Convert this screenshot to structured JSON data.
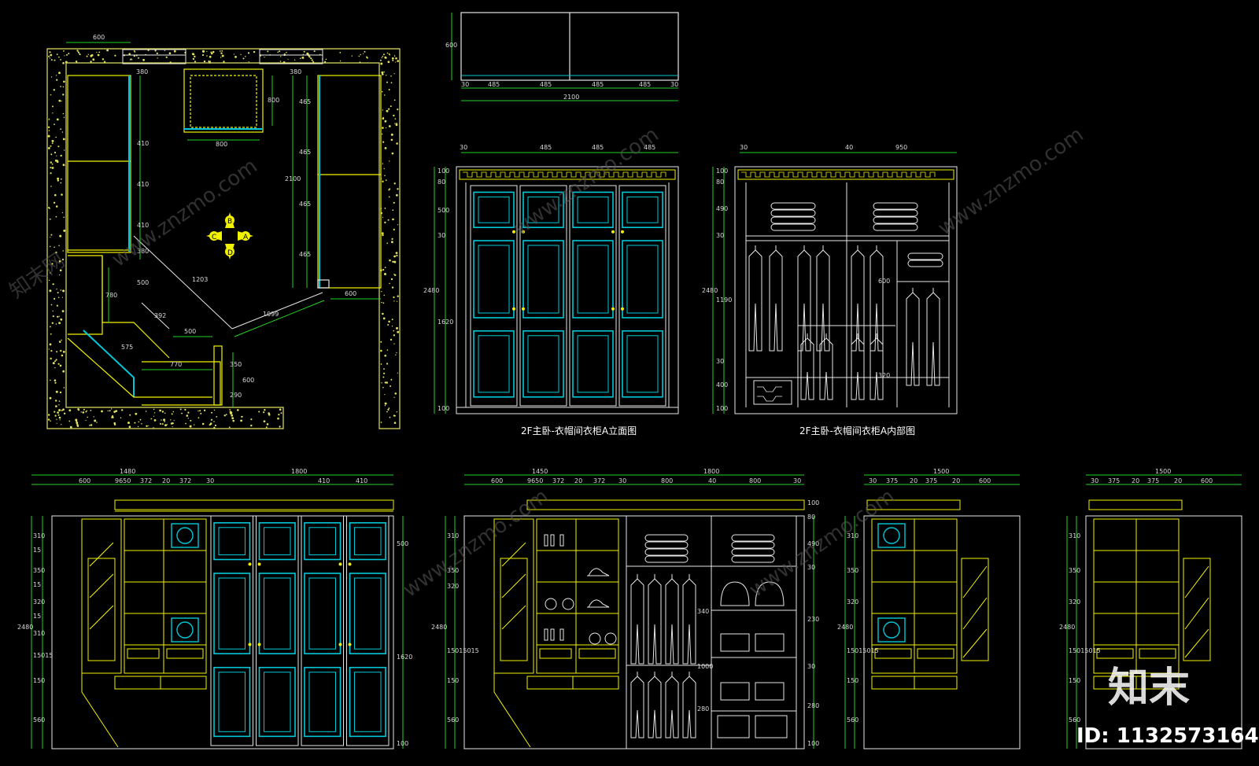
{
  "colors": {
    "background": "#000000",
    "yellow": "#f2f200",
    "cyan": "#00c8d8",
    "green": "#22d322",
    "white": "#e6e6e6",
    "grey": "#cfcfcf",
    "wall": "#e0e060"
  },
  "plan": {
    "dims": {
      "top_width": "600",
      "top_a": "380",
      "top_b": "800",
      "top_c": "380",
      "mid_800": "800",
      "v_410_1": "410",
      "v_410_2": "410",
      "v_410_3": "410",
      "v_380": "380",
      "v_500": "500",
      "d_1203": "1203",
      "d_392": "392",
      "h_500": "500",
      "d_1099": "1099",
      "v_780": "780",
      "d_575": "575",
      "h_770": "770",
      "v_350": "350",
      "v_290": "290",
      "v_600": "600",
      "right_465_1": "465",
      "right_465_2": "465",
      "right_465_3": "465",
      "right_465_4": "465",
      "right_2100": "2100",
      "right_600": "600"
    },
    "markers": [
      "B",
      "C",
      "A",
      "D"
    ]
  },
  "top_view": {
    "dims": {
      "height": "600",
      "a": "30",
      "b": "485",
      "c": "485",
      "d": "485",
      "e": "485",
      "f": "30",
      "total": "2100"
    }
  },
  "elev_a": {
    "caption": "2F主卧-衣帽间衣柜A立面图",
    "dims": {
      "top_l": "30",
      "t1": "485",
      "t2": "485",
      "t3": "485",
      "v_100": "100",
      "v_80": "80",
      "v_500": "500",
      "v_30": "30",
      "v_2480": "2480",
      "v_1620": "1620",
      "v_bottom": "100"
    }
  },
  "interior_a": {
    "caption": "2F主卧-衣帽间衣柜A内部图",
    "dims": {
      "top_l": "30",
      "top_40": "40",
      "top_950": "950",
      "v_100": "100",
      "v_80": "80",
      "v_490": "490",
      "v_30": "30",
      "v_2480": "2480",
      "v_1190": "1190",
      "v_30b": "30",
      "v_400": "400",
      "v_100b": "100",
      "mid_600": "600",
      "mid_320": "320"
    }
  },
  "elev_c": {
    "dims": {
      "total_l": "1480",
      "total_r": "1800",
      "d_600": "600",
      "d_9650": "9650",
      "d_372a": "372",
      "d_20": "20",
      "d_372b": "372",
      "d_30": "30",
      "d_410a": "410",
      "d_410b": "410",
      "left_2480": "2480",
      "v_310a": "310",
      "v_15a": "15",
      "v_350": "350",
      "v_15b": "15",
      "v_320": "320",
      "v_15c": "15",
      "v_310b": "310",
      "v_152": "15015",
      "v_150": "150",
      "v_560": "560",
      "right_500": "500",
      "right_1620": "1620",
      "right_100": "100"
    }
  },
  "elev_b": {
    "dims": {
      "total_l": "1450",
      "total_r": "1800",
      "d_600": "600",
      "d_9650": "9650",
      "d_372a": "372",
      "d_20": "20",
      "d_372b": "372",
      "d_30": "30",
      "d_800a": "800",
      "d_40": "40",
      "d_800b": "800",
      "d_30b": "30",
      "left_2480": "2480",
      "v_310a": "310",
      "v_320": "320",
      "v_350": "350",
      "v_152": "15015015",
      "v_150": "150",
      "v_560": "560",
      "mid_340": "340",
      "mid_1000": "1000",
      "mid_280": "280",
      "right_a": "100",
      "right_b": "80",
      "right_c": "490",
      "right_d": "30",
      "right_e": "230",
      "right_f": "30",
      "right_g": "280",
      "right_h": "100"
    }
  },
  "elev_d": {
    "dims": {
      "total": "1500",
      "d_30": "30",
      "d_375a": "375",
      "d_20": "20",
      "d_375b": "375",
      "d_20b": "20",
      "d_600": "600",
      "left_2480": "2480",
      "v_310": "310",
      "v_350": "350",
      "v_320": "320",
      "v_15": "15015015",
      "v_150": "150",
      "v_560": "560"
    }
  },
  "elev_e": {
    "dims": {
      "total": "1500",
      "d_30": "30",
      "d_375a": "375",
      "d_20": "20",
      "d_375b": "375",
      "d_20b": "20",
      "d_600": "600",
      "left_2480": "2480",
      "v_310": "310",
      "v_350": "350",
      "v_320": "320",
      "v_15": "15015015",
      "v_150": "150",
      "v_560": "560"
    }
  },
  "watermark": {
    "site": "www.znzmo.com",
    "brand": "知末网",
    "logo": "知末",
    "id_text": "ID: 1132573164"
  }
}
